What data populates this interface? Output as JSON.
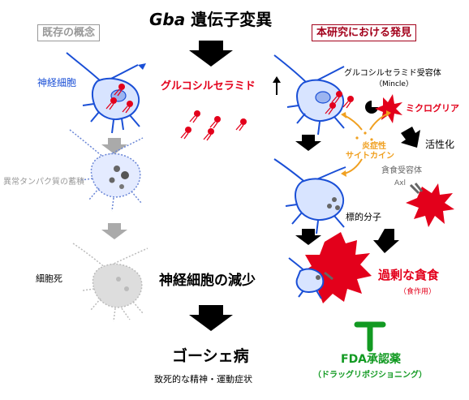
{
  "title": {
    "gene": "Gba",
    "rest": " 遺伝子変異"
  },
  "left_header": "既存の概念",
  "right_header": "本研究における発見",
  "labels": {
    "neuron": "神経細胞",
    "glucosylceramide": "グルコシルセラミド",
    "abnormal_protein": "異常タンパク質の蓄積",
    "cell_death": "細胞死",
    "neuron_decrease": "神経細胞の減少",
    "gaucher": "ゴーシェ病",
    "symptoms": "致死的な精神・運動症状",
    "receptor_line1": "グルコシルセラミド受容体",
    "receptor_line2": "（Mincle）",
    "microglia": "ミクログリア",
    "cytokine_line1": "炎症性",
    "cytokine_line2": "サイトカイン",
    "activation": "活性化",
    "phago_receptor": "貪食受容体",
    "axl": "Axl",
    "target": "標的分子",
    "phagocytosis": "過剰な貪食",
    "phagocytosis_sub": "（食作用）",
    "drug": "FDA承認薬",
    "drug_sub": "（ドラッグリポジショニング）"
  },
  "colors": {
    "blue": "#1a4fd6",
    "red": "#e3001b",
    "dark_red": "#a3001b",
    "gray": "#999999",
    "orange": "#f0a020",
    "green": "#129a22",
    "black": "#000000"
  }
}
